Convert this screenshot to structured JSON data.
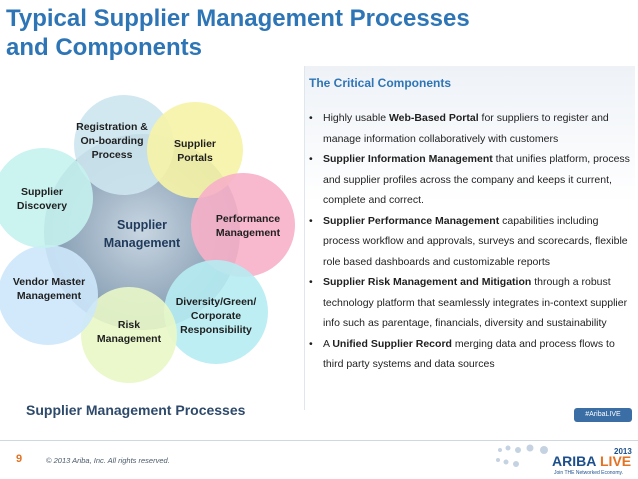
{
  "title": {
    "line1": "Typical Supplier Management Processes",
    "line2": "and Components"
  },
  "diagram": {
    "center": {
      "line1": "Supplier",
      "line2": "Management"
    },
    "bubbles": [
      {
        "id": "registration",
        "lines": [
          "Registration &",
          "On-boarding",
          "Process"
        ],
        "color": "#cde6ee"
      },
      {
        "id": "portals",
        "lines": [
          "Supplier",
          "Portals"
        ],
        "color": "#f6f3a6"
      },
      {
        "id": "performance",
        "lines": [
          "Performance",
          "Management"
        ],
        "color": "#f7b0c8"
      },
      {
        "id": "diversity",
        "lines": [
          "Diversity/Green/",
          "Corporate",
          "Responsibility"
        ],
        "color": "#b6ecf2"
      },
      {
        "id": "risk",
        "lines": [
          "Risk",
          "Management"
        ],
        "color": "#e9f7c6"
      },
      {
        "id": "vendor",
        "lines": [
          "Vendor Master",
          "Management"
        ],
        "color": "#cde7fb"
      },
      {
        "id": "discovery",
        "lines": [
          "Supplier",
          "Discovery"
        ],
        "color": "#c5f2ee"
      }
    ],
    "caption": "Supplier Management Processes"
  },
  "panel": {
    "title": "The Critical Components",
    "bullets": [
      {
        "pre": "Highly usable ",
        "bold": "Web-Based Portal",
        "post": " for suppliers to register and manage information collaboratively with customers"
      },
      {
        "pre": "",
        "bold": "Supplier Information Management",
        "post": " that unifies platform, process and supplier profiles across the company and keeps it current, complete and correct."
      },
      {
        "pre": "",
        "bold": "Supplier Performance Management",
        "post": " capabilities including process workflow and approvals, surveys and scorecards, flexible role based dashboards and customizable reports"
      },
      {
        "pre": "",
        "bold": "Supplier Risk Management and Mitigation",
        "post": " through a robust technology platform that seamlessly integrates in-context supplier info such as parentage, financials, diversity and sustainability"
      },
      {
        "pre": "A ",
        "bold": "Unified Supplier Record",
        "post": " merging data and process flows to third party systems and data sources"
      }
    ]
  },
  "footer": {
    "page_number": "9",
    "copyright": "© 2013 Ariba, Inc. All rights reserved.",
    "hashtag": "#AribaLIVE",
    "brand_year": "2013",
    "brand_name_a": "ARIBA",
    "brand_name_b": "LIVE",
    "brand_tagline": "Join THE Networked Economy."
  },
  "colors": {
    "title": "#2e75b6",
    "center_circle": "#8aa3b8",
    "page_number": "#e37222"
  }
}
